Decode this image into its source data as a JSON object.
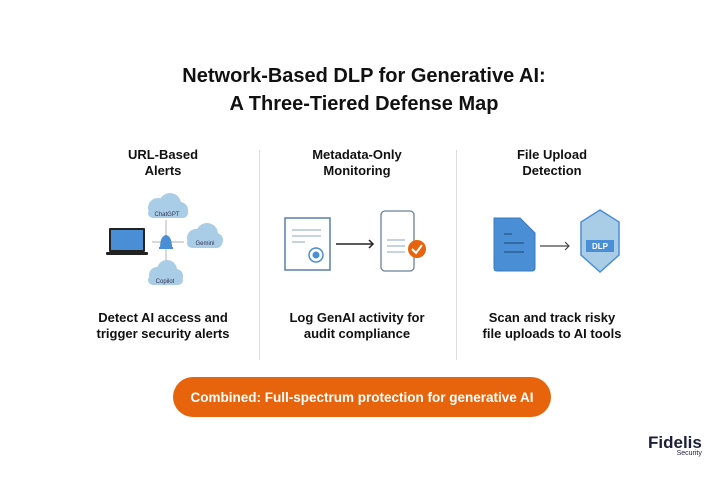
{
  "title": {
    "line1": "Network-Based DLP for Generative AI:",
    "line2": "A Three-Tiered Defense Map"
  },
  "columns": [
    {
      "head1": "URL-Based",
      "head2": "Alerts",
      "desc1": "Detect AI access and",
      "desc2": "trigger security alerts",
      "clouds": [
        "ChatGPT",
        "Gemini",
        "Copilot"
      ]
    },
    {
      "head1": "Metadata-Only",
      "head2": "Monitoring",
      "desc1": "Log GenAI activity for",
      "desc2": "audit compliance"
    },
    {
      "head1": "File Upload",
      "head2": "Detection",
      "desc1": "Scan and track risky",
      "desc2": "file uploads to AI tools",
      "badge": "DLP"
    }
  ],
  "banner": "Combined: Full-spectrum protection for generative AI",
  "logo": {
    "name": "Fidelis",
    "sub": "Security"
  },
  "colors": {
    "accent": "#e8640c",
    "blue": "#4a8fd6",
    "cloud": "#a9cde6"
  }
}
